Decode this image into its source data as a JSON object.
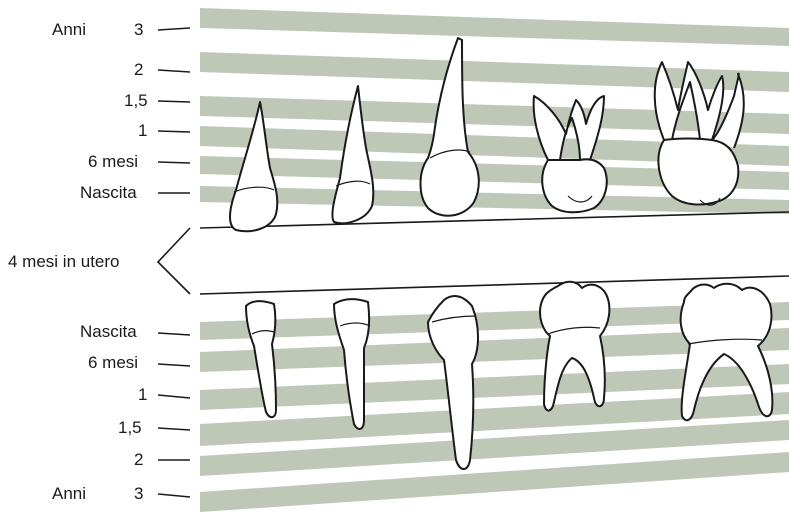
{
  "diagram": {
    "colors": {
      "band": "#bfc7b6",
      "stroke": "#1a1a1a",
      "tooth_fill": "#ffffff"
    },
    "upper_labels": {
      "anni": "Anni",
      "three": "3",
      "two": "2",
      "one_five": "1,5",
      "one": "1",
      "six_months": "6 mesi",
      "birth": "Nascita"
    },
    "middle_label": "4 mesi in utero",
    "lower_labels": {
      "birth": "Nascita",
      "six_months": "6 mesi",
      "one": "1",
      "one_five": "1,5",
      "two": "2",
      "anni": "Anni",
      "three": "3"
    },
    "teeth_upper": [
      "central-incisor",
      "lateral-incisor",
      "canine",
      "first-molar",
      "second-molar"
    ],
    "teeth_lower": [
      "central-incisor",
      "lateral-incisor",
      "canine",
      "first-molar",
      "second-molar"
    ]
  }
}
